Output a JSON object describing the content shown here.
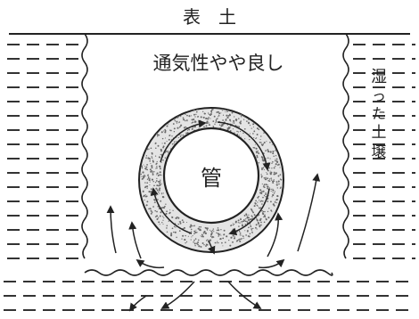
{
  "labels": {
    "surface_soil": "表　土",
    "aeration": "通気性やや良し",
    "wet_soil": [
      "湿",
      "っ",
      "た",
      "土",
      "壌"
    ],
    "pipe": "管"
  },
  "colors": {
    "ink": "#222222",
    "stipple": "#6a6a6a",
    "ring_fill": "#e4e4e4",
    "background": "#ffffff"
  }
}
